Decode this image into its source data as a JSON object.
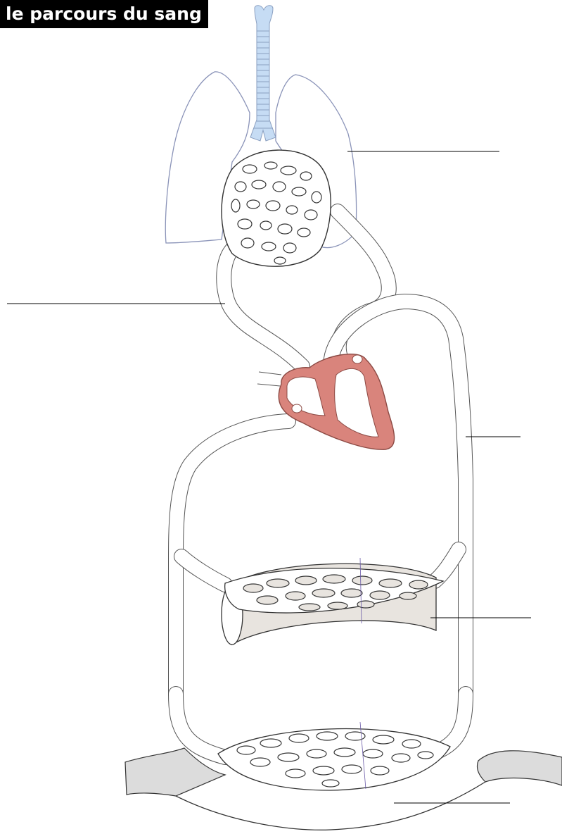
{
  "title": "le parcours du sang",
  "colors": {
    "heart": "#d9847c",
    "trachea": "#c6dcf4",
    "lungs_outline": "#8a93b8",
    "muscle": "#e8e4df",
    "skin": "#dcdcdc"
  },
  "icons": [
    "trachea",
    "lungs",
    "heart",
    "muscle",
    "skin-tissue"
  ],
  "labels": [
    "",
    "",
    "",
    "",
    ""
  ]
}
